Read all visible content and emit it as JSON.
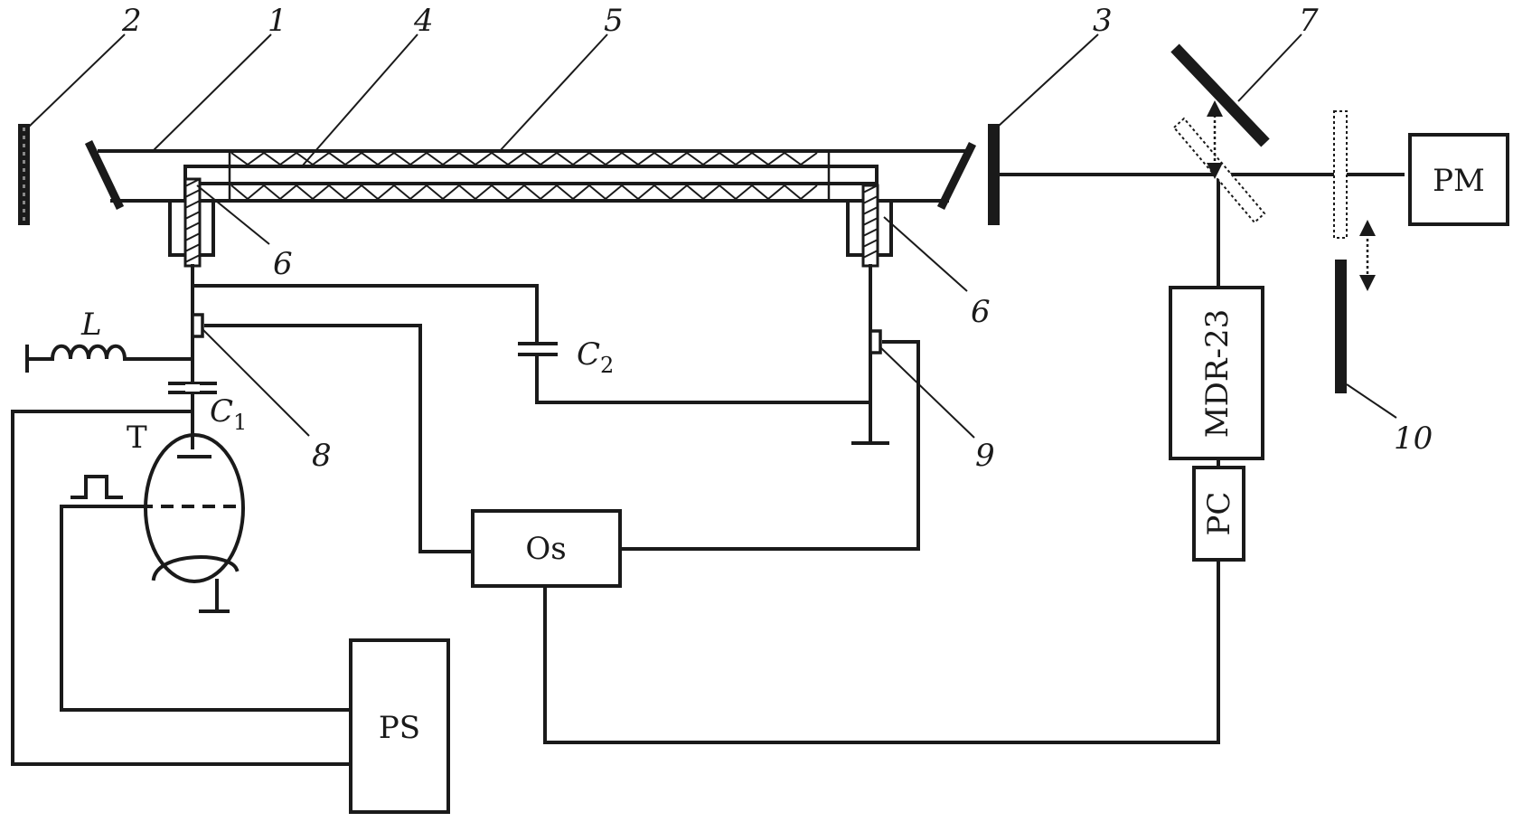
{
  "labels": {
    "n1": "1",
    "n2": "2",
    "n3": "3",
    "n4": "4",
    "n5": "5",
    "n6a": "6",
    "n6b": "6",
    "n7": "7",
    "n8": "8",
    "n9": "9",
    "n10": "10",
    "inductor": "L",
    "c1_main": "C",
    "c1_sub": "1",
    "c2_main": "C",
    "c2_sub": "2",
    "thyratron": "T"
  },
  "blocks": {
    "pm": "PM",
    "mdr": "MDR-23",
    "pc": "PC",
    "os": "Os",
    "ps": "PS"
  }
}
